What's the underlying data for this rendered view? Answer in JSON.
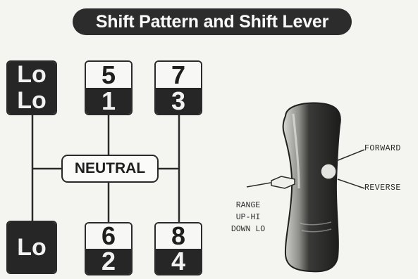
{
  "title": "Shift Pattern and Shift Lever",
  "shift_pattern": {
    "gates": [
      {
        "top": "Lo",
        "bottom": "Lo",
        "column": "left",
        "row": "upper"
      },
      {
        "top": "5",
        "bottom": "1",
        "column": "middle",
        "row": "upper"
      },
      {
        "top": "7",
        "bottom": "3",
        "column": "right",
        "row": "upper"
      },
      {
        "top": "Lo",
        "bottom": "",
        "column": "left",
        "row": "lower"
      },
      {
        "top": "6",
        "bottom": "2",
        "column": "middle",
        "row": "lower"
      },
      {
        "top": "8",
        "bottom": "4",
        "column": "right",
        "row": "lower"
      }
    ],
    "neutral_label": "NEUTRAL"
  },
  "shift_lever": {
    "forward_label": "FORWARD",
    "reverse_label": "REVERSE",
    "range_label_lines": [
      "RANGE",
      "UP-HI",
      "DOWN LO"
    ]
  }
}
